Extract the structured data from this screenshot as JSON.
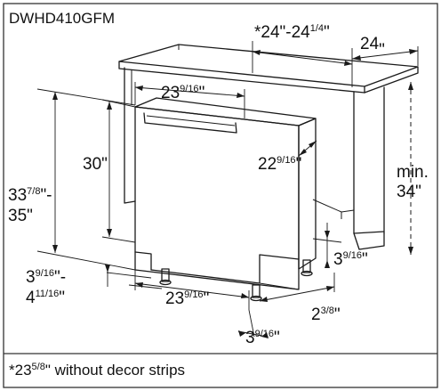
{
  "model": "DWHD410GFM",
  "dimensions": {
    "opening_width": {
      "whole": "*24\"-24",
      "frac": "1/4",
      "tail": "\""
    },
    "cabinet_depth": {
      "whole": "24",
      "frac": "",
      "tail": "\""
    },
    "unit_width_top": {
      "whole": "23",
      "frac": "9/16",
      "tail": "\""
    },
    "unit_height": {
      "whole": "30",
      "frac": "",
      "tail": "\""
    },
    "unit_depth": {
      "whole": "22",
      "frac": "9/16",
      "tail": "\""
    },
    "opening_height_min_line1": "min.",
    "opening_height_min_line2": "34\"",
    "overall_height_line1": {
      "whole": "33",
      "frac": "7/8",
      "tail": "\"-"
    },
    "overall_height_line2": "35\"",
    "leg_height_line1": {
      "whole": "3",
      "frac": "9/16",
      "tail": "\"-"
    },
    "leg_height_line2": {
      "whole": "4",
      "frac": "11/16",
      "tail": "\""
    },
    "unit_width_bottom": {
      "whole": "23",
      "frac": "9/16",
      "tail": "\""
    },
    "toe_depth": {
      "whole": "3",
      "frac": "9/16",
      "tail": "\""
    },
    "side_offset": {
      "whole": "2",
      "frac": "3/8",
      "tail": "\""
    },
    "front_offset": {
      "whole": "3",
      "frac": "9/16",
      "tail": "\""
    }
  },
  "footnote": "*23 5/8\" without decor strips",
  "footnote_parts": {
    "lead": "*23",
    "frac": "5/8",
    "tail": "\" without decor strips"
  }
}
